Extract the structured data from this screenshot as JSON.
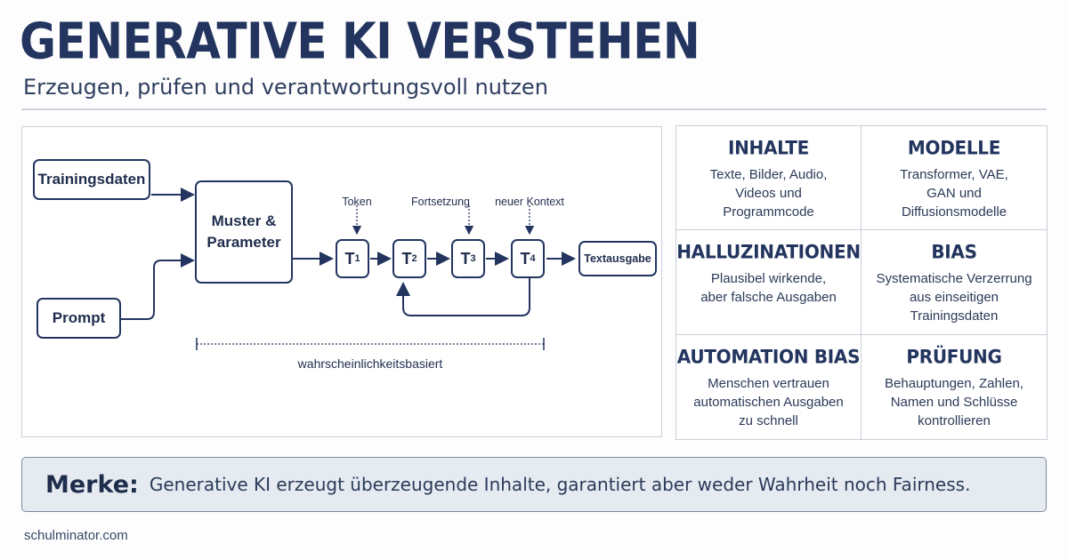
{
  "header": {
    "title": "GENERATIVE KI VERSTEHEN",
    "subtitle": "Erzeugen, prüfen und verantwortungsvoll nutzen"
  },
  "diagram": {
    "inputs": [
      "Trainingsdaten",
      "Prompt"
    ],
    "model_box": "Muster & Parameter",
    "tokens": [
      {
        "letter": "T",
        "index": "1"
      },
      {
        "letter": "T",
        "index": "2"
      },
      {
        "letter": "T",
        "index": "3"
      },
      {
        "letter": "T",
        "index": "4"
      }
    ],
    "token_labels": [
      "Token",
      "Fortsetzung",
      "neuer Kontext"
    ],
    "output": "Textausgabe",
    "range_label": "wahrscheinlichkeitsbasiert"
  },
  "concepts": [
    {
      "title": "INHALTE",
      "text": "Texte, Bilder, Audio,\nVideos und\nProgrammcode"
    },
    {
      "title": "MODELLE",
      "text": "Transformer, VAE,\nGAN und\nDiffusionsmodelle"
    },
    {
      "title": "HALLUZINATIONEN",
      "text": "Plausibel wirkende,\naber falsche Ausgaben"
    },
    {
      "title": "BIAS",
      "text": "Systematische Verzerrung\naus einseitigen\nTrainingsdaten"
    },
    {
      "title": "AUTOMATION BIAS",
      "text": "Menschen vertrauen\nautomatischen Ausgaben\nzu schnell"
    },
    {
      "title": "PRÜFUNG",
      "text": "Behauptungen, Zahlen,\nNamen und Schlüsse\nkontrollieren"
    }
  ],
  "summary": {
    "label": "Merke:",
    "text": "Generative KI erzeugt überzeugende Inhalte, garantiert aber weder Wahrheit noch Fairness."
  },
  "footer": {
    "site": "schulminator.com"
  },
  "colors": {
    "navy": "#23355f",
    "border": "#c9ced8",
    "summary_bg": "#e6ebf2"
  }
}
